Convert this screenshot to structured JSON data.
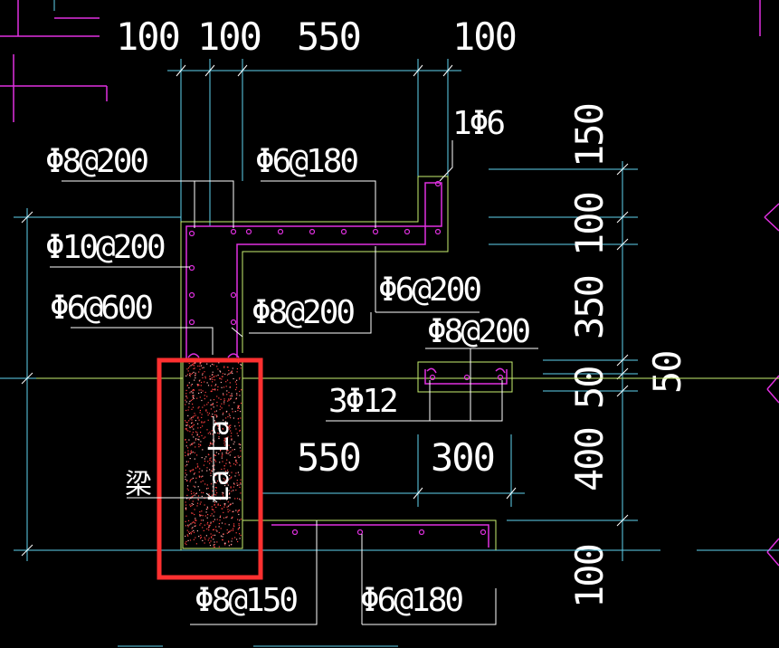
{
  "colors": {
    "background": "#000000",
    "dimension_line": "#5fd3f0",
    "leader_line": "#ffffff",
    "rebar": "#e030e0",
    "outline": "#c8f070",
    "highlight_box": "#ff3030",
    "concrete_hatch": "#ff4040"
  },
  "dimensions": {
    "top": [
      "100",
      "100",
      "550",
      "100"
    ],
    "right": [
      "150",
      "100",
      "350",
      "50",
      "50",
      "400",
      "100"
    ],
    "bottom_middle": [
      "550",
      "300"
    ]
  },
  "rebar_labels": {
    "stirrup_top": "1Φ6",
    "top_left": "Φ8@200",
    "top_mid": "Φ6@180",
    "left_1": "Φ10@200",
    "left_2": "Φ6@600",
    "mid_1": "Φ8@200",
    "mid_2": "Φ6@200",
    "beam_small": "Φ8@200",
    "bars_main": "3Φ12",
    "bottom_left": "Φ8@150",
    "bottom_right": "Φ6@180"
  },
  "beam_label": "梁",
  "anchorage_labels": [
    "La",
    "La"
  ]
}
